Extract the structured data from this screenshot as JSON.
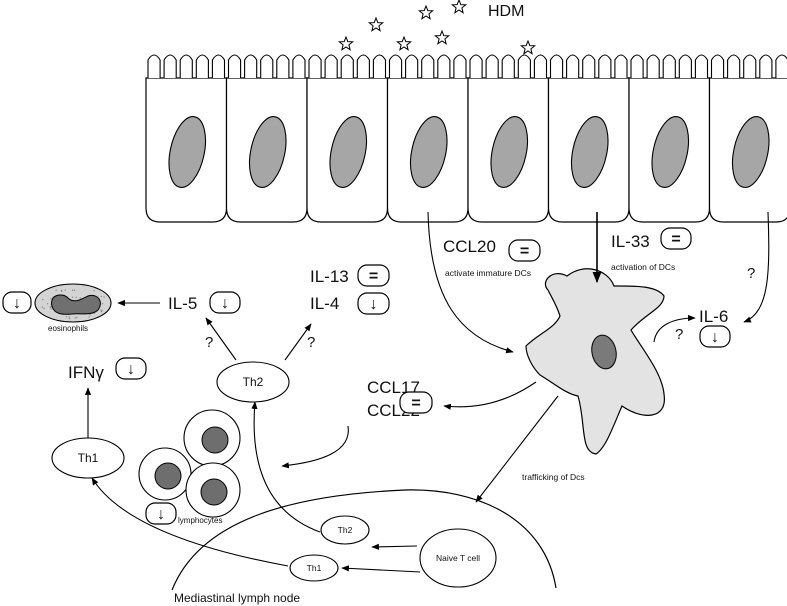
{
  "labels": {
    "hdm": "HDM",
    "ccl20": "CCL20",
    "ccl20_note": "activate immature DCs",
    "il33": "IL-33",
    "il33_note": "activation of DCs",
    "q_il6_top": "?",
    "il6": "IL-6",
    "q_il6_dc": "?",
    "il13": "IL-13",
    "il4": "IL-4",
    "il5": "IL-5",
    "eosinophils": "eosinophils",
    "q_th2_left": "?",
    "q_th2_right": "?",
    "ifng": "IFNγ",
    "th2": "Th2",
    "th1": "Th1",
    "ccl17": "CCL17",
    "ccl22": "CCL22",
    "lymphocytes": "lymphocytes",
    "trafficking": "trafficking of Dcs",
    "th2_small": "Th2",
    "th1_small": "Th1",
    "naive": "Naive T cell",
    "lymph_node": "Mediastinal lymph node"
  },
  "badges": {
    "ccl20": "=",
    "il33": "=",
    "il13": "=",
    "il4": "↓",
    "il5": "↓",
    "eosinophils": "↓",
    "ifng": "↓",
    "ccl17_22": "=",
    "il6": "↓",
    "lymphocytes": "↓"
  },
  "colors": {
    "stroke": "#000000",
    "nucleus": "#a6a6a6",
    "dc_fill": "#e3e3e3",
    "dc_nucleus": "#7a7a7a",
    "lymph_nucleus": "#6e6e6e",
    "eos_fill": "#d4d4d4",
    "eos_nucleus": "#707070"
  }
}
